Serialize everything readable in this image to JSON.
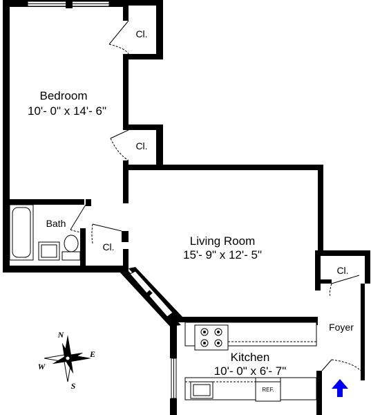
{
  "rooms": {
    "bedroom": {
      "name": "Bedroom",
      "dims": "10'- 0\" x 14'- 6\""
    },
    "living": {
      "name": "Living Room",
      "dims": "15'- 9\" x 12'- 5\""
    },
    "kitchen": {
      "name": "Kitchen",
      "dims": "10'- 0\" x 6'- 7\""
    },
    "bath": {
      "name": "Bath"
    },
    "foyer": {
      "name": "Foyer"
    }
  },
  "closets": [
    "Cl.",
    "Cl.",
    "Cl.",
    "Cl."
  ],
  "fixtures": {
    "refrigerator": "REF."
  },
  "compass": {
    "n": "N",
    "s": "S",
    "e": "E",
    "w": "W"
  },
  "colors": {
    "wall": "#000000",
    "entry_arrow": "#0000ff"
  },
  "icons": {
    "entry": "entry-arrow-icon",
    "compass": "compass-rose-icon"
  }
}
